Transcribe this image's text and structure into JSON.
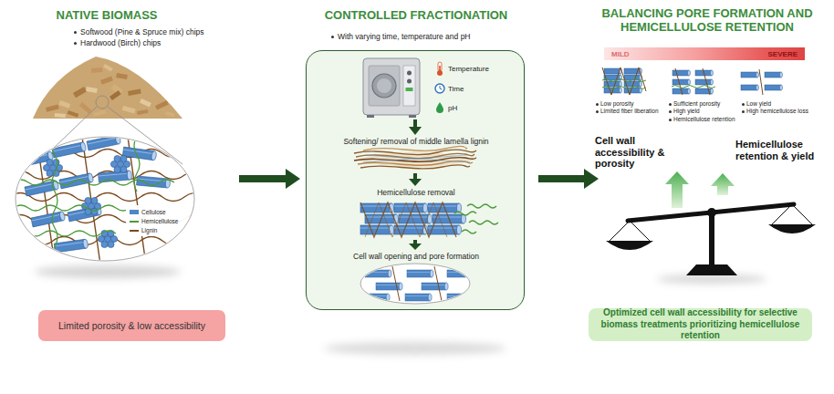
{
  "diagram": {
    "nodes": [
      {
        "text": [
          "Limited porosity & low accessibility"
        ]
      },
      {
        "text": [
          "CONTROLLED FRACTIONATION",
          "With varying time, temperature and pH",
          "Temperature",
          "Time",
          "pH",
          "Softening/ removal of middle lamella lignin",
          "Hemicellulose removal",
          "Cell wall opening and pore formation"
        ]
      },
      {
        "text": [
          "MILD",
          "SEVERE"
        ]
      },
      {
        "text": [
          "Optimized cell wall accessibility for selective biomass treatments prioritizing hemicellulose retention"
        ]
      }
    ],
    "labels": [
      "NATIVE BIOMASS",
      "Softwood (Pine & Spruce mix) chips",
      "Hardwood (Birch) chips",
      "BALANCING PORE FORMATION AND HEMICELLULOSE RETENTION",
      "Low porosity",
      "Limited fiber liberation",
      "Sufficient porosity",
      "High yield",
      "Hemicellulose retention",
      "Low yield",
      "High hemicellulose loss",
      "Cell wall accessibility & porosity",
      "Hemicellulose retention & yield"
    ],
    "legend": [
      {
        "text": "Cellulose",
        "color": "#4f86c6"
      },
      {
        "text": "Hemicellulose",
        "color": "#4c9a3a"
      },
      {
        "text": "Lignin",
        "color": "#7b4a1e"
      }
    ]
  }
}
